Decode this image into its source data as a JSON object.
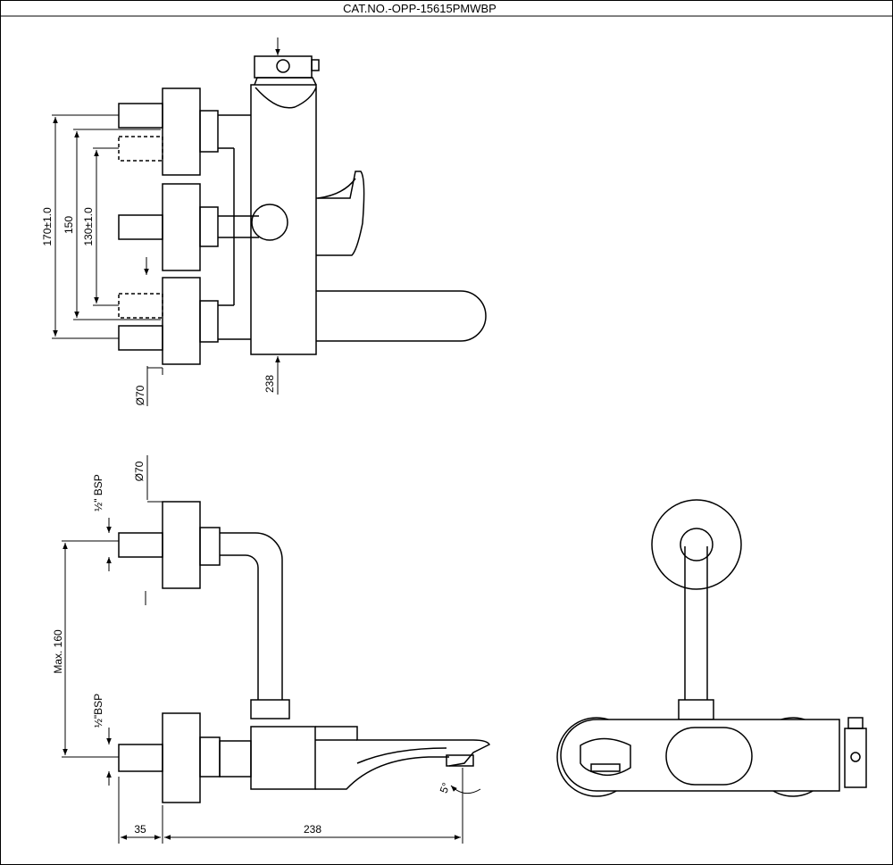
{
  "title": "CAT.NO.-OPP-15615PMWBP",
  "top_view": {
    "dim_170": "170±1.0",
    "dim_150": "150",
    "dim_130": "130±1.0",
    "dim_dia70": "Ø70",
    "dim_238": "238"
  },
  "side_view": {
    "dim_dia70": "Ø70",
    "bsp_upper": "½\" BSP",
    "bsp_lower": "½\"BSP",
    "dim_max160": "Max. 160",
    "dim_35": "35",
    "dim_238": "238",
    "angle_5": "5°"
  }
}
